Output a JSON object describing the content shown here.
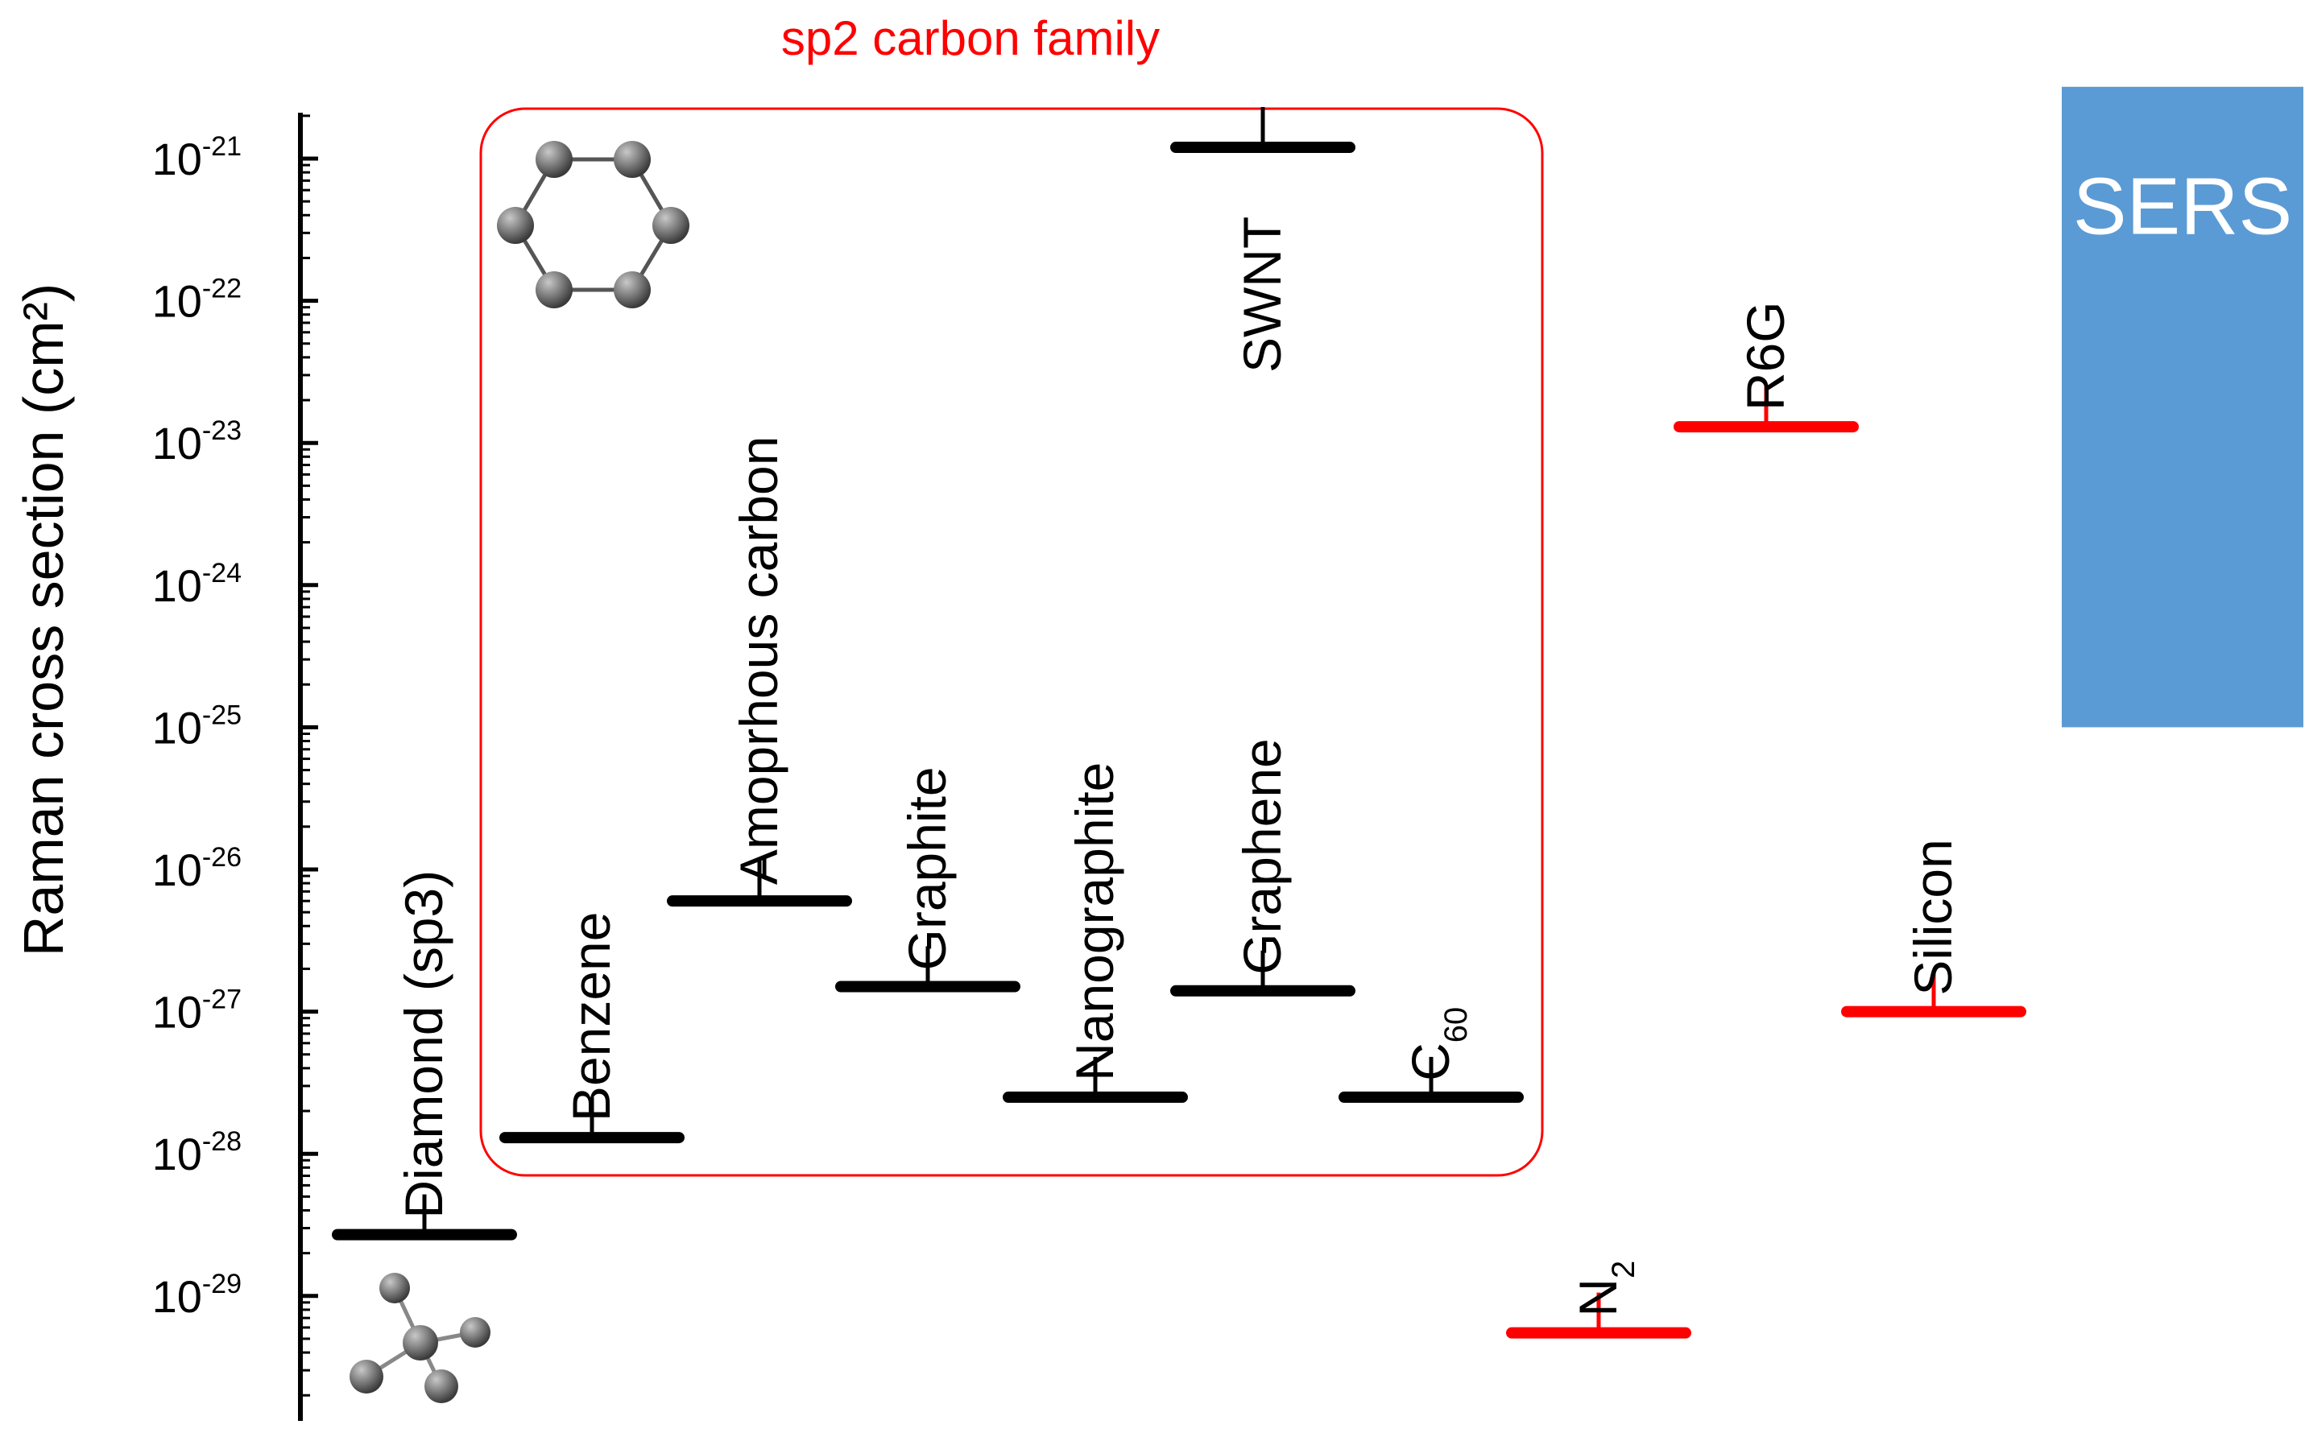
{
  "chart_data": {
    "type": "scatter",
    "ylabel": "Raman cross section (cm²)",
    "yscale": "log",
    "ylim": [
      1e-30,
      5e-21
    ],
    "y_ticks": [
      {
        "base": "10",
        "exp": "-21"
      },
      {
        "base": "10",
        "exp": "-22"
      },
      {
        "base": "10",
        "exp": "-23"
      },
      {
        "base": "10",
        "exp": "-24"
      },
      {
        "base": "10",
        "exp": "-25"
      },
      {
        "base": "10",
        "exp": "-26"
      },
      {
        "base": "10",
        "exp": "-27"
      },
      {
        "base": "10",
        "exp": "-28"
      },
      {
        "base": "10",
        "exp": "-29"
      }
    ],
    "items": [
      {
        "label": "Diamond (sp3)",
        "sub": "",
        "value": 2.7e-29,
        "color": "#000000"
      },
      {
        "label": "Benzene",
        "sub": "",
        "value": 1.3e-28,
        "color": "#000000"
      },
      {
        "label": "Amoprhous carbon",
        "sub": "",
        "value": 6e-27,
        "color": "#000000"
      },
      {
        "label": "Graphite",
        "sub": "",
        "value": 1.5e-27,
        "color": "#000000"
      },
      {
        "label": "Nanographite",
        "sub": "",
        "value": 2.5e-28,
        "color": "#000000"
      },
      {
        "label": "Graphene",
        "sub": "",
        "value": 1.4e-27,
        "color": "#000000"
      },
      {
        "label": "SWNT",
        "sub": "",
        "value": 1.2e-21,
        "color": "#000000"
      },
      {
        "label": "C",
        "sub": "60",
        "value": 2.5e-28,
        "color": "#000000"
      },
      {
        "label": "N",
        "sub": "2",
        "value": 5.5e-30,
        "color": "#ff0000"
      },
      {
        "label": "R6G",
        "sub": "",
        "value": 1.3e-23,
        "color": "#ff0000"
      },
      {
        "label": "Silicon",
        "sub": "",
        "value": 1e-27,
        "color": "#ff0000"
      }
    ],
    "group_box": {
      "label": "sp2 carbon family",
      "color": "#ff0000"
    },
    "sers_band": {
      "label": "SERS",
      "min": 1e-25,
      "max": 3.2e-21,
      "color": "#5b9bd5"
    },
    "icons": [
      "benzene-molecule-icon",
      "diamond-tetrahedral-icon"
    ]
  }
}
